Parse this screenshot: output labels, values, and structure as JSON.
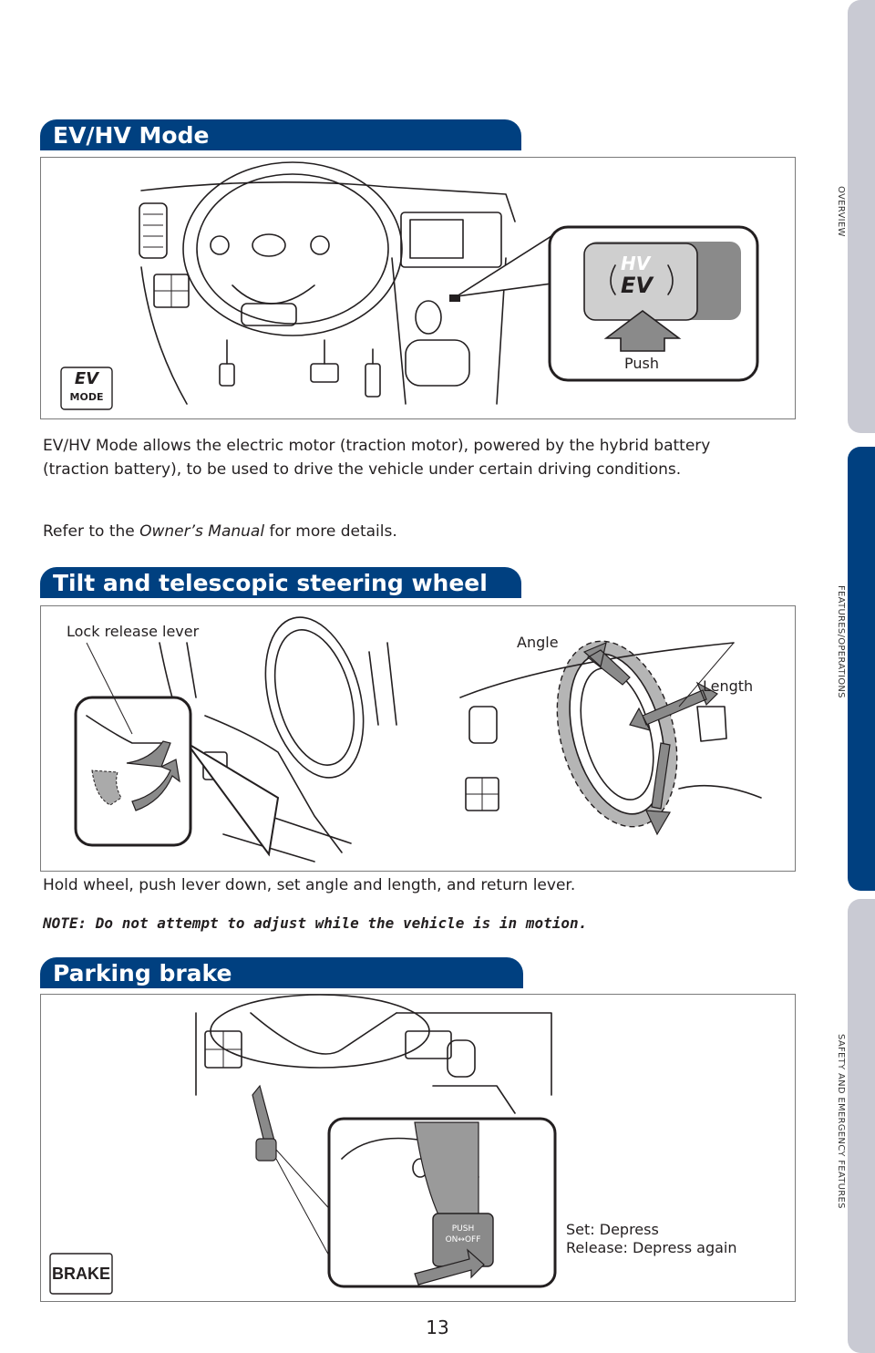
{
  "side_tabs": [
    {
      "label": "OVERVIEW",
      "color": "#c9cad3"
    },
    {
      "label": "FEATURES/OPERATIONS",
      "color": "#004080"
    },
    {
      "label": "SAFETY AND EMERGENCY FEATURES",
      "color": "#c9cad3"
    }
  ],
  "sections": {
    "ev": {
      "title": "EV/HV Mode",
      "push_label": "Push",
      "button_hv": "HV",
      "button_ev": "EV",
      "badge_top": "EV",
      "badge_bottom": "MODE",
      "paragraph": "EV/HV Mode allows the electric motor (traction motor), powered by the hybrid battery (traction battery), to be used to drive the vehicle under certain driving conditions.",
      "refer_prefix": "Refer to the ",
      "refer_italic": "Owner’s Manual",
      "refer_suffix": " for more details."
    },
    "tilt": {
      "title": "Tilt and telescopic steering wheel",
      "lock_label": "Lock release lever",
      "angle_label": "Angle",
      "length_label": "Length",
      "instruction": "Hold wheel, push lever down, set angle and length, and return lever.",
      "note": "NOTE: Do not attempt to adjust while the vehicle is in motion."
    },
    "parking": {
      "title": "Parking brake",
      "pedal_line1": "PUSH",
      "pedal_line2": "ON↔OFF",
      "set_text": "Set: Depress",
      "release_text": "Release: Depress again",
      "badge": "BRAKE"
    }
  },
  "page_number": "13",
  "colors": {
    "header": "#004080",
    "tab_inactive": "#c9cad3",
    "highlight_gray": "#8a8a8a"
  }
}
